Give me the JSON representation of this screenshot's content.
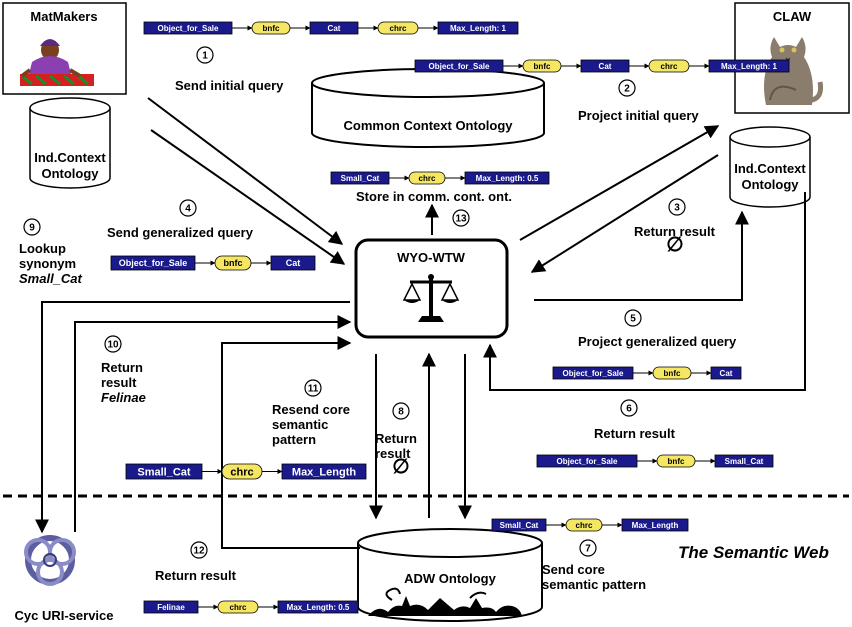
{
  "actors": {
    "matmakers": "MatMakers",
    "claw": "CLAW",
    "wyo": "WYO-WTW",
    "cyc": "Cyc URI-service"
  },
  "databases": {
    "ind_context_left": [
      "Ind.Context",
      "Ontology"
    ],
    "ind_context_right": [
      "Ind.Context",
      "Ontology"
    ],
    "common_context": "Common Context Ontology",
    "adw": "ADW Ontology"
  },
  "web_label": "The Semantic Web",
  "steps": {
    "s1": {
      "num": "1",
      "lines": [
        "Send initial query"
      ]
    },
    "s2": {
      "num": "2",
      "lines": [
        "Project initial query"
      ]
    },
    "s3": {
      "num": "3",
      "lines": [
        "Return result",
        "∅"
      ]
    },
    "s4": {
      "num": "4",
      "lines": [
        "Send generalized query"
      ]
    },
    "s5": {
      "num": "5",
      "lines": [
        "Project generalized query"
      ]
    },
    "s6": {
      "num": "6",
      "lines": [
        "Return result"
      ]
    },
    "s7": {
      "num": "7",
      "lines": [
        "Send core",
        "semantic pattern"
      ]
    },
    "s8": {
      "num": "8",
      "lines": [
        "Return",
        "result",
        "∅"
      ]
    },
    "s9": {
      "num": "9",
      "lines": [
        "Lookup",
        "synonym"
      ],
      "italic": "Small_Cat"
    },
    "s10": {
      "num": "10",
      "lines": [
        "Return",
        "result"
      ],
      "italic": "Felinae"
    },
    "s11": {
      "num": "11",
      "lines": [
        "Resend core",
        "semantic",
        "pattern"
      ]
    },
    "s12": {
      "num": "12",
      "lines": [
        "Return result"
      ]
    },
    "s13": {
      "num": "13",
      "lines": [
        "Store in comm. cont. ont."
      ]
    }
  },
  "chains": {
    "initial_query_a": [
      "Object_for_Sale",
      "bnfc",
      "Cat",
      "chrc",
      "Max_Length: 1"
    ],
    "initial_query_b": [
      "Object_for_Sale",
      "bnfc",
      "Cat",
      "chrc",
      "Max_Length: 1"
    ],
    "store_pattern": [
      "Small_Cat",
      "chrc",
      "Max_Length: 0.5"
    ],
    "generalized_left": [
      "Object_for_Sale",
      "bnfc",
      "Cat"
    ],
    "generalized_right": [
      "Object_for_Sale",
      "bnfc",
      "Cat"
    ],
    "result_6": [
      "Object_for_Sale",
      "bnfc",
      "Small_Cat"
    ],
    "core_pattern_7": [
      "Small_Cat",
      "chrc",
      "Max_Length"
    ],
    "resend_11": [
      "Small_Cat",
      "chrc",
      "Max_Length"
    ],
    "result_12": [
      "Felinae",
      "chrc",
      "Max_Length: 0.5"
    ]
  },
  "colors": {
    "concept_box": "#1a1a8c",
    "relation_pill": "#f5e663",
    "line": "#000000"
  },
  "icons": [
    "woman-weaving-icon",
    "cat-photo-icon",
    "scales-of-justice-icon",
    "cyc-knot-icon",
    "savanna-silhouette-icon"
  ]
}
